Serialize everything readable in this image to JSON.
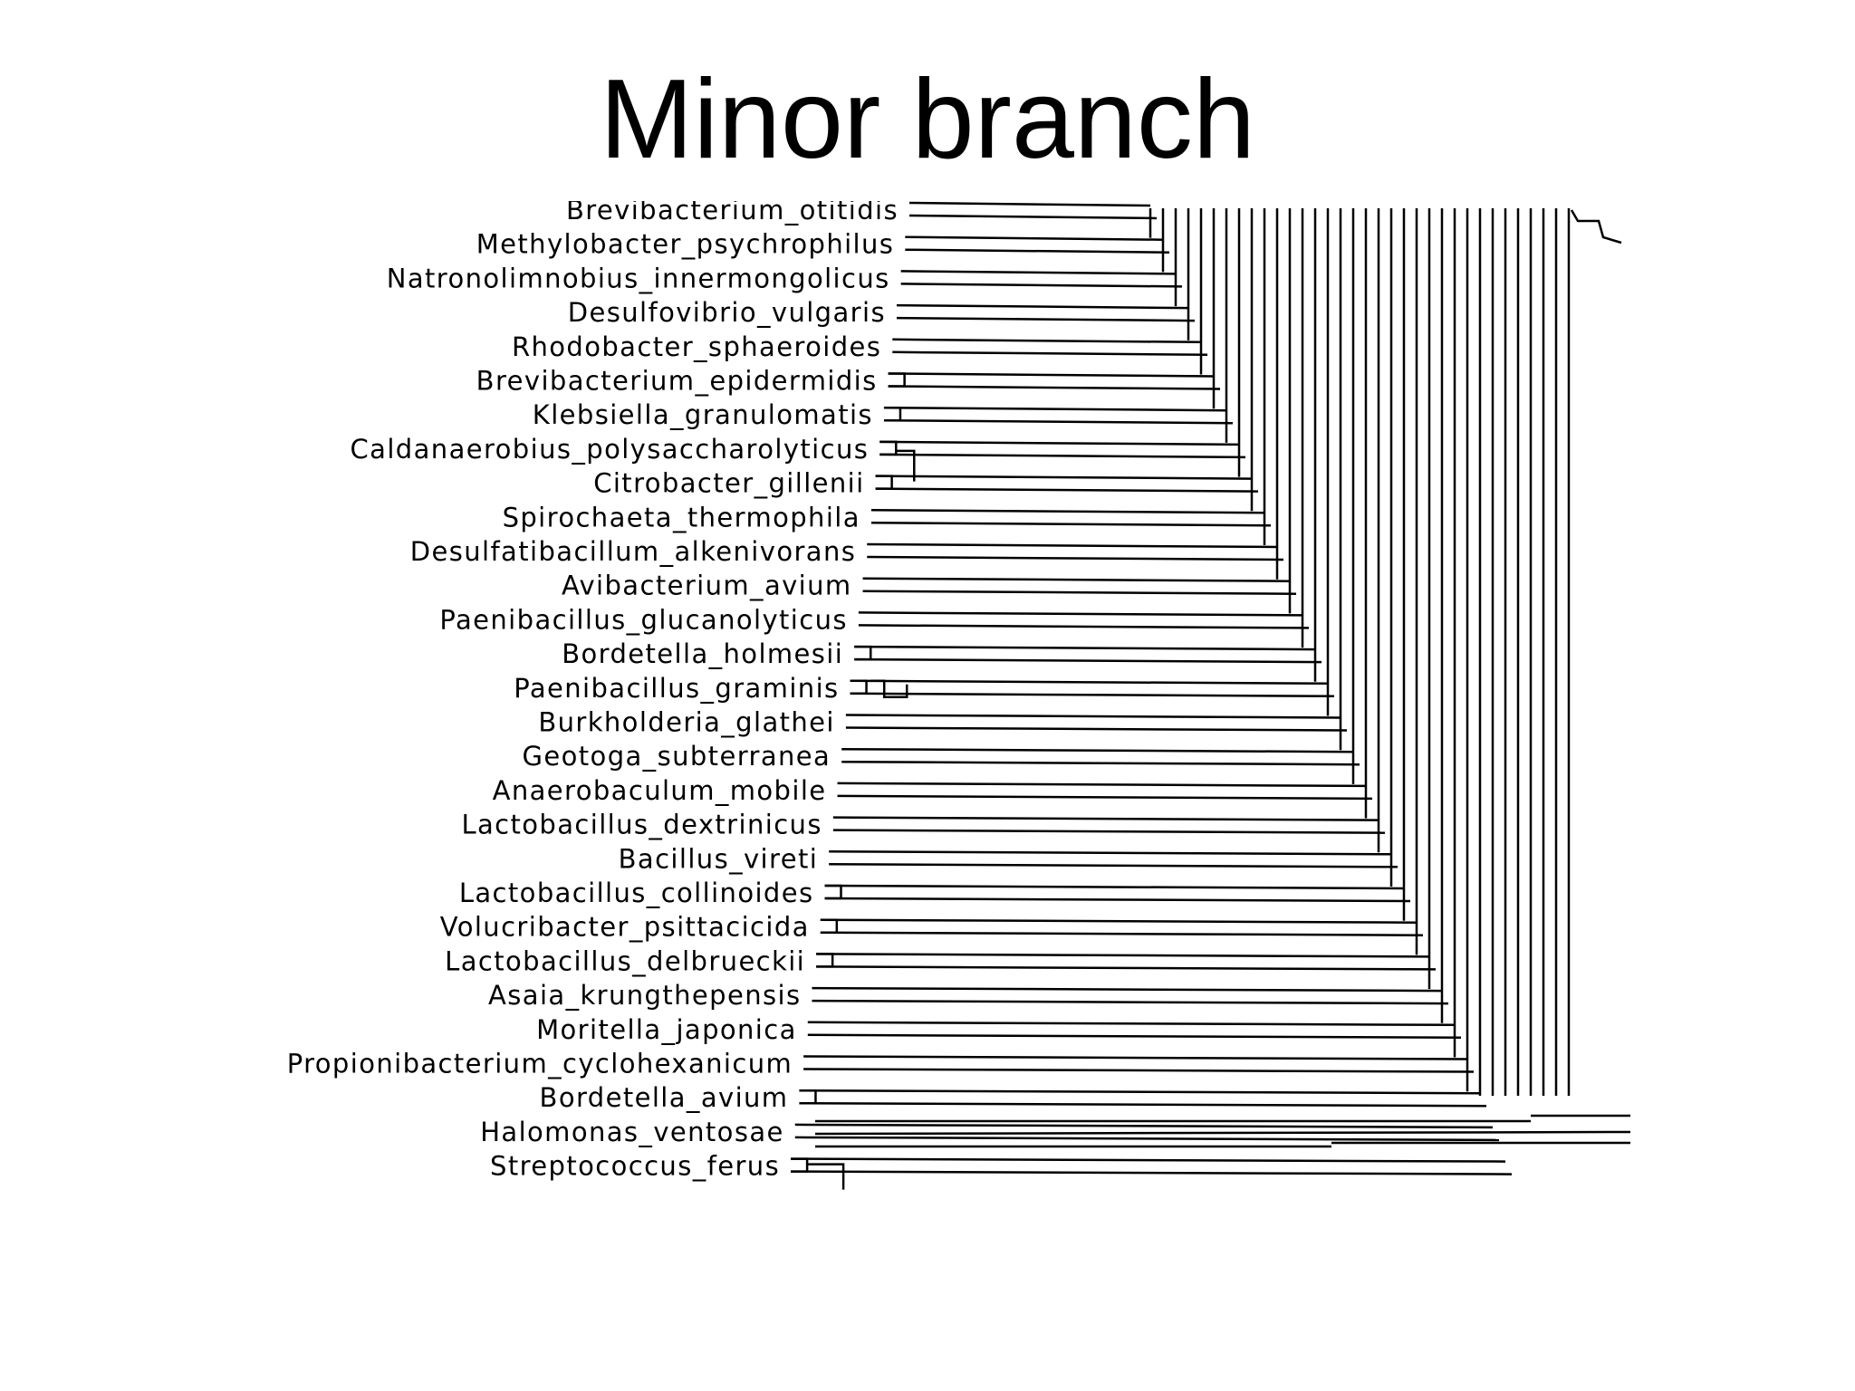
{
  "slide": {
    "title": "Minor branch"
  },
  "tree": {
    "line_color": "#000000",
    "taxa": [
      "Brevibacterium_otitidis",
      "Methylobacter_psychrophilus",
      "Natronolimnobius_innermongolicus",
      "Desulfovibrio_vulgaris",
      "Rhodobacter_sphaeroides",
      "Brevibacterium_epidermidis",
      "Klebsiella_granulomatis",
      "Caldanaerobius_polysaccharolyticus",
      "Citrobacter_gillenii",
      "Spirochaeta_thermophila",
      "Desulfatibacillum_alkenivorans",
      "Avibacterium_avium",
      "Paenibacillus_glucanolyticus",
      "Bordetella_holmesii",
      "Paenibacillus_graminis",
      "Burkholderia_glathei",
      "Geotoga_subterranea",
      "Anaerobaculum_mobile",
      "Lactobacillus_dextrinicus",
      "Bacillus_vireti",
      "Lactobacillus_collinoides",
      "Volucribacter_psittacicida",
      "Lactobacillus_delbrueckii",
      "Asaia_krungthepensis",
      "Moritella_japonica",
      "Propionibacterium_cyclohexanicum",
      "Bordetella_avium",
      "Halomonas_ventosae",
      "Streptococcus_ferus"
    ]
  }
}
